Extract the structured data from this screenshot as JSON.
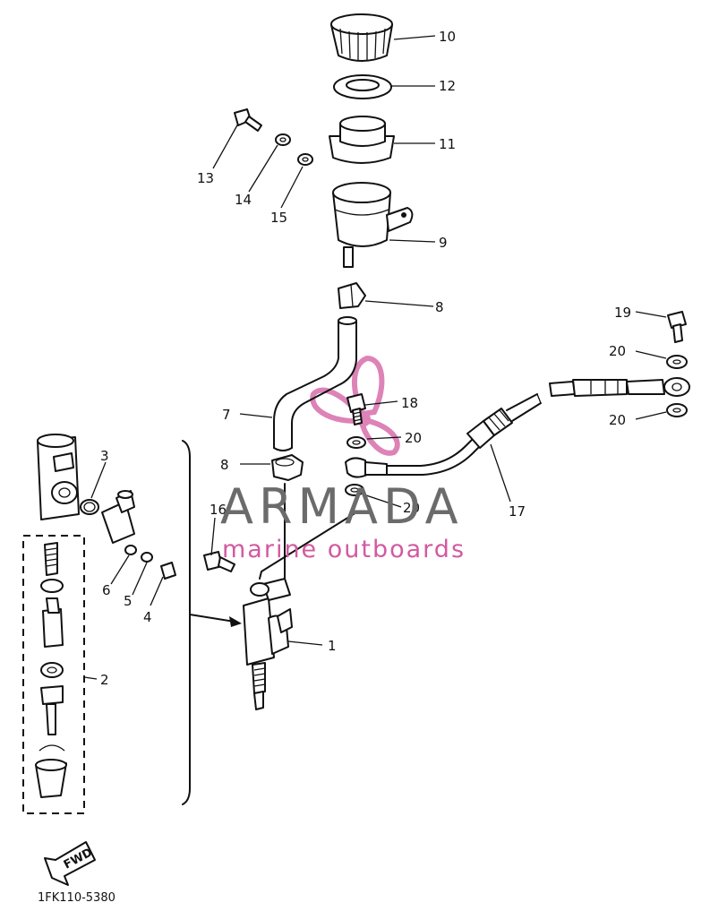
{
  "diagram": {
    "part_labels": [
      "1",
      "2",
      "3",
      "4",
      "5",
      "6",
      "7",
      "8",
      "8",
      "9",
      "10",
      "11",
      "12",
      "13",
      "14",
      "15",
      "16",
      "17",
      "18",
      "19",
      "20",
      "20",
      "20",
      "20"
    ],
    "fwd_label": "FWD",
    "drawing_code": "1FK110-5380"
  },
  "watermark": {
    "brand": "ARMADA",
    "tagline": "marine outboards",
    "colors": {
      "brand_text": "#6b6b6b",
      "tagline_text": "#d25aa0",
      "logo": "#d25aa0"
    }
  }
}
